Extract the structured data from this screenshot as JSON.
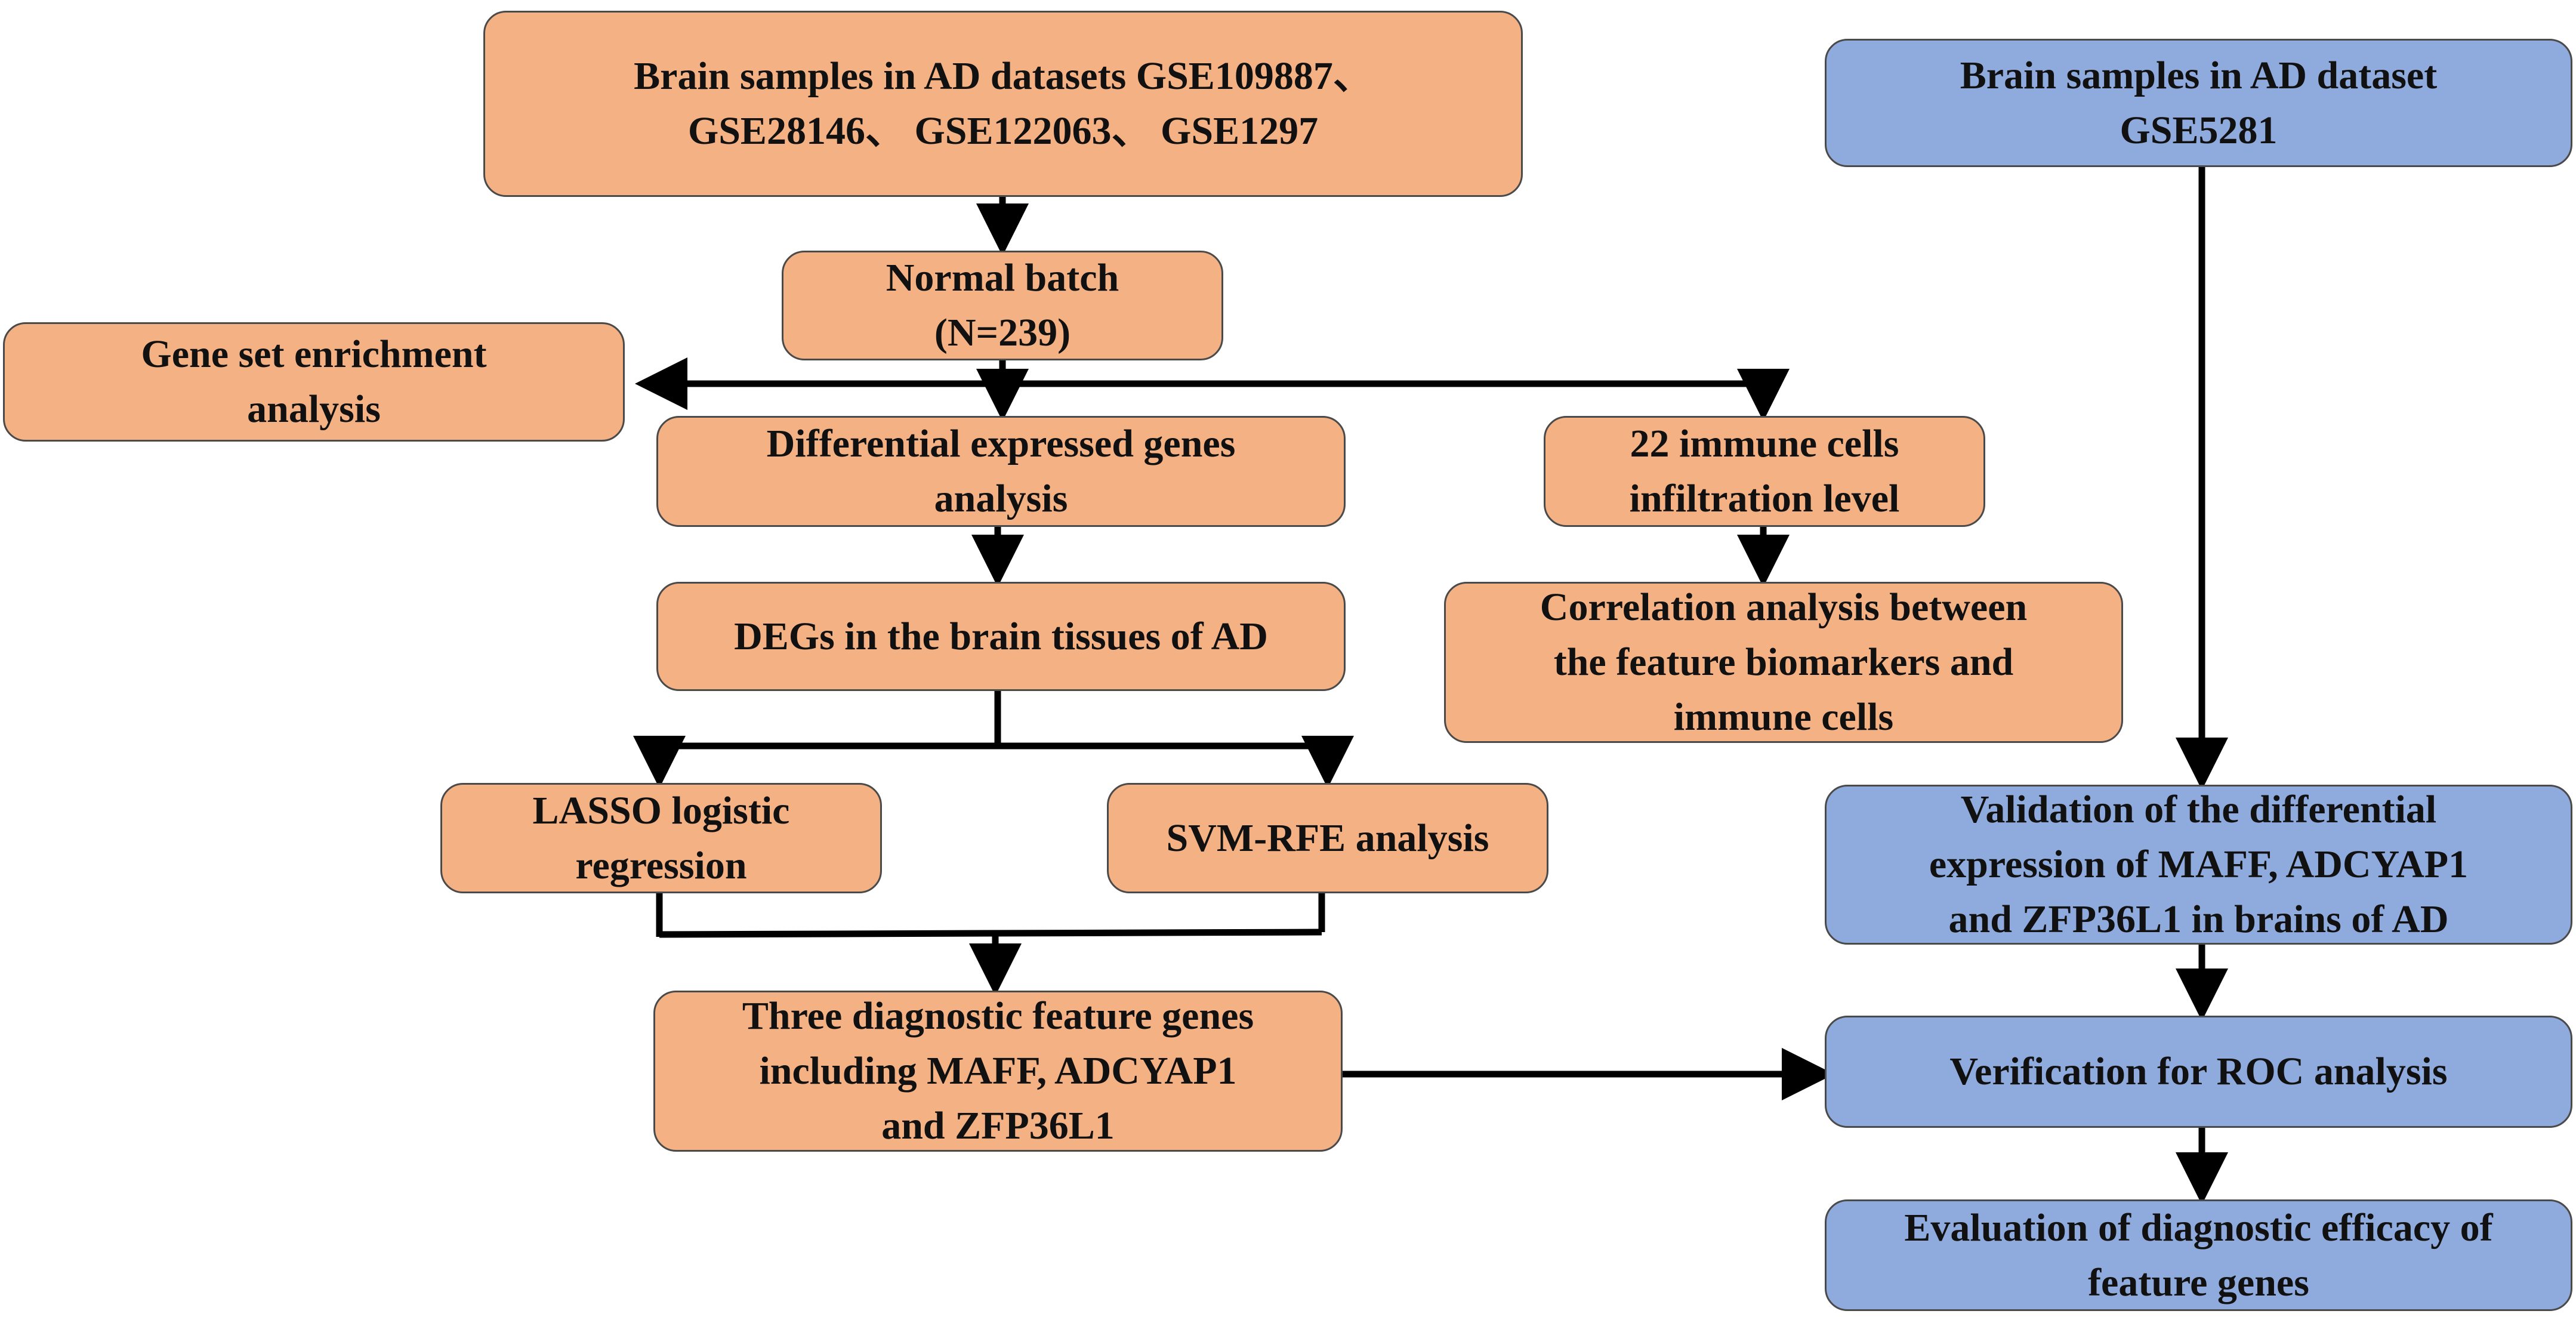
{
  "colors": {
    "orange_fill": "#f4b183",
    "blue_fill": "#8faadc",
    "line": "#000000"
  },
  "nodes": {
    "brain_samples_ad_datasets": {
      "lines": [
        "Brain samples in AD datasets GSE109887、",
        "GSE28146、 GSE122063、 GSE1297"
      ]
    },
    "normal_batch": {
      "lines": [
        "Normal batch",
        "(N=239)"
      ]
    },
    "gene_set_enrichment": {
      "lines": [
        "Gene set enrichment",
        "analysis"
      ]
    },
    "differential_expressed": {
      "lines": [
        "Differential expressed genes",
        "analysis"
      ]
    },
    "immune_cells": {
      "lines": [
        "22 immune cells",
        "infiltration level"
      ]
    },
    "correlation_analysis": {
      "lines": [
        "Correlation analysis between",
        "the feature biomarkers and",
        "immune cells"
      ]
    },
    "degs": {
      "lines": [
        "DEGs in the brain tissues of AD"
      ]
    },
    "lasso": {
      "lines": [
        "LASSO logistic",
        "regression"
      ]
    },
    "svm_rfe": {
      "lines": [
        "SVM-RFE analysis"
      ]
    },
    "three_diagnostic": {
      "lines": [
        "Three diagnostic feature genes",
        "including MAFF, ADCYAP1",
        "and ZFP36L1"
      ]
    },
    "brain_samples_gse5281": {
      "lines": [
        "Brain samples in AD dataset",
        "GSE5281"
      ]
    },
    "validation": {
      "lines": [
        "Validation of the differential",
        "expression of MAFF, ADCYAP1",
        "and ZFP36L1 in brains of AD"
      ]
    },
    "verification_roc": {
      "lines": [
        "Verification for ROC analysis"
      ]
    },
    "evaluation": {
      "lines": [
        "Evaluation of diagnostic efficacy of",
        "feature genes"
      ]
    }
  }
}
